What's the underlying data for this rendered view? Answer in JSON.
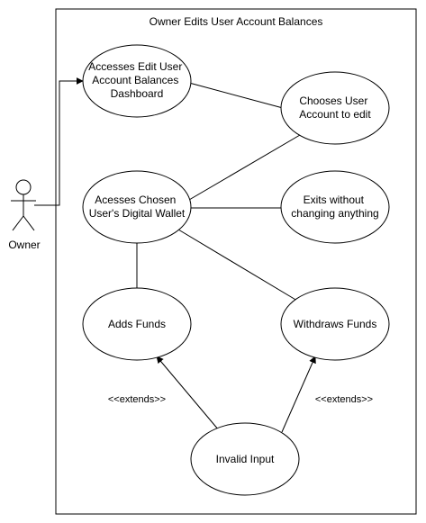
{
  "diagram": {
    "title": "Owner Edits User Account Balances",
    "actor": {
      "label": "Owner"
    },
    "use_cases": {
      "dashboard": [
        "Accesses Edit User",
        "Account Balances",
        "Dashboard"
      ],
      "choose": [
        "Chooses User",
        "Account to edit"
      ],
      "wallet": [
        "Acesses Chosen",
        "User's Digital Wallet"
      ],
      "exit": [
        "Exits without",
        "changing anything"
      ],
      "add": [
        "Adds Funds"
      ],
      "withdraw": [
        "Withdraws Funds"
      ],
      "invalid": [
        "Invalid Input"
      ]
    },
    "relations": {
      "extends_left": "<<extends>>",
      "extends_right": "<<extends>>"
    }
  }
}
